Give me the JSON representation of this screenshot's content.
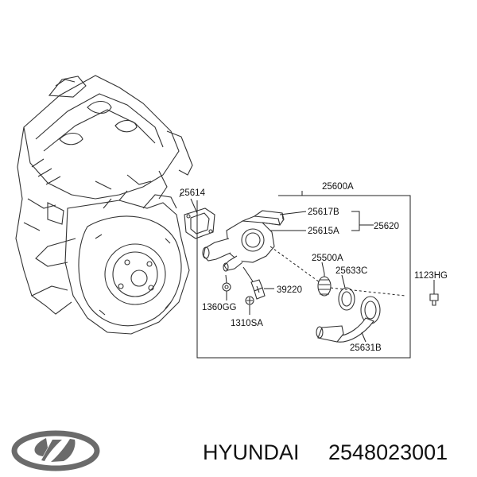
{
  "labels": {
    "p25600A": "25600A",
    "p25614": "25614",
    "p25617B": "25617B",
    "p25620": "25620",
    "p25615A": "25615A",
    "p25500A": "25500A",
    "p25633C": "25633C",
    "p1123HG": "1123HG",
    "p39220": "39220",
    "p1360GG": "1360GG",
    "p1310SA": "1310SA",
    "p25631B": "25631B"
  },
  "brand": {
    "name": "HYUNDAI",
    "part_number": "2548023001"
  }
}
